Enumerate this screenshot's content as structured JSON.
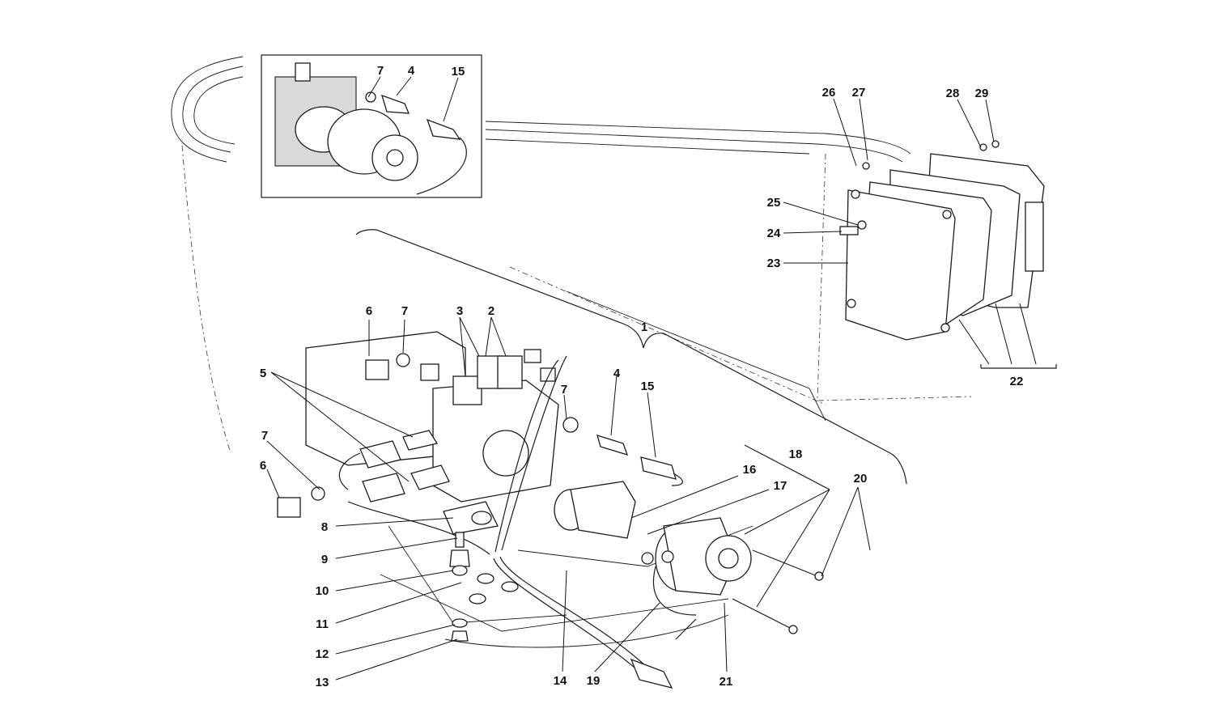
{
  "callouts": [
    {
      "id": "c1",
      "text": "1"
    },
    {
      "id": "c2",
      "text": "2"
    },
    {
      "id": "c3",
      "text": "3"
    },
    {
      "id": "c4a",
      "text": "4"
    },
    {
      "id": "c4b",
      "text": "4"
    },
    {
      "id": "c5",
      "text": "5"
    },
    {
      "id": "c6a",
      "text": "6"
    },
    {
      "id": "c6b",
      "text": "6"
    },
    {
      "id": "c7a",
      "text": "7"
    },
    {
      "id": "c7b",
      "text": "7"
    },
    {
      "id": "c7c",
      "text": "7"
    },
    {
      "id": "c7d",
      "text": "7"
    },
    {
      "id": "c8",
      "text": "8"
    },
    {
      "id": "c9",
      "text": "9"
    },
    {
      "id": "c10",
      "text": "10"
    },
    {
      "id": "c11",
      "text": "11"
    },
    {
      "id": "c12",
      "text": "12"
    },
    {
      "id": "c13",
      "text": "13"
    },
    {
      "id": "c14",
      "text": "14"
    },
    {
      "id": "c15a",
      "text": "15"
    },
    {
      "id": "c15b",
      "text": "15"
    },
    {
      "id": "c16",
      "text": "16"
    },
    {
      "id": "c17",
      "text": "17"
    },
    {
      "id": "c18",
      "text": "18"
    },
    {
      "id": "c19",
      "text": "19"
    },
    {
      "id": "c20",
      "text": "20"
    },
    {
      "id": "c21",
      "text": "21"
    },
    {
      "id": "c22",
      "text": "22"
    },
    {
      "id": "c23",
      "text": "23"
    },
    {
      "id": "c24",
      "text": "24"
    },
    {
      "id": "c25",
      "text": "25"
    },
    {
      "id": "c26",
      "text": "26"
    },
    {
      "id": "c27",
      "text": "27"
    },
    {
      "id": "c28",
      "text": "28"
    },
    {
      "id": "c29",
      "text": "29"
    }
  ]
}
